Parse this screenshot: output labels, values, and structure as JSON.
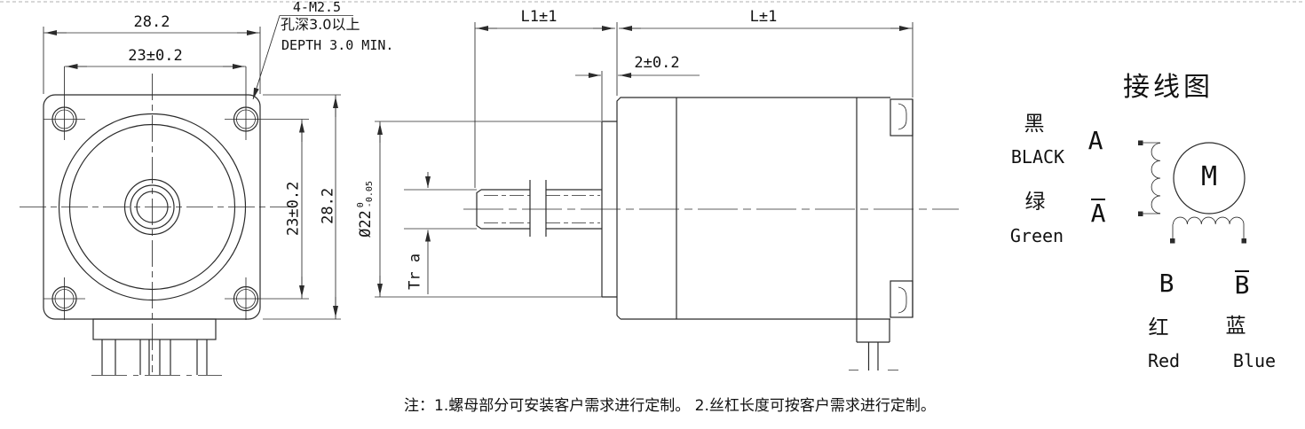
{
  "front_view": {
    "dim_width": "28.2",
    "dim_hole_spacing_h": "23±0.2",
    "dim_hole_spacing_v": "23±0.2",
    "dim_height": "28.2",
    "callout_thread": "4-M2.5",
    "callout_depth_cn": "孔深3.0以上",
    "callout_depth_en": "DEPTH 3.0 MIN."
  },
  "side_view": {
    "dim_screw_length": "L1±1",
    "dim_body_length": "L±1",
    "dim_boss_thickness": "2±0.2",
    "dim_boss_dia_prefix": "Ø22",
    "dim_boss_dia_tol_upper": "0",
    "dim_boss_dia_tol_lower": "-0.05",
    "dim_thread_spec": "Tr a"
  },
  "wiring": {
    "title": "接线图",
    "motor_label": "M",
    "lead_a_cn": "黑",
    "lead_a_en": "BLACK",
    "lead_a_phase": "A",
    "lead_abar_cn": "绿",
    "lead_abar_en": "Green",
    "lead_abar_phase": "A",
    "lead_b_phase": "B",
    "lead_b_cn": "红",
    "lead_b_en": "Red",
    "lead_bbar_phase": "B",
    "lead_bbar_cn": "蓝",
    "lead_bbar_en": "Blue"
  },
  "note": "注：1.螺母部分可安装客户需求进行定制。 2.丝杠长度可按客户需求进行定制。",
  "colors": {
    "line": "#2b2b2b",
    "text": "#111111",
    "page_border": "#cccccc"
  }
}
